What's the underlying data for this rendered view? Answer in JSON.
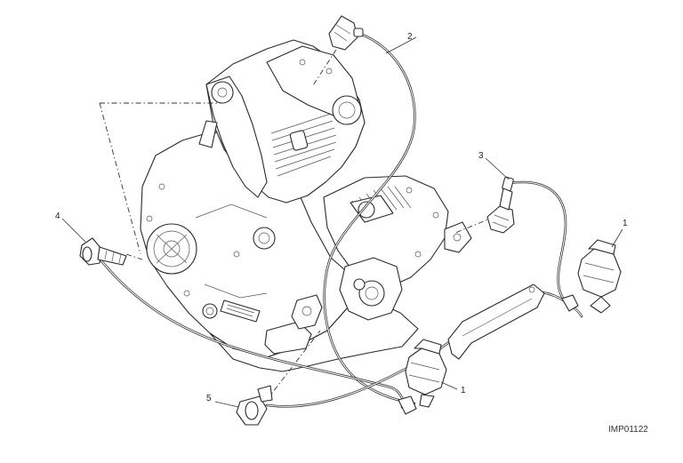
{
  "callouts": [
    {
      "id": "1a",
      "label": "1"
    },
    {
      "id": "1b",
      "label": "1"
    },
    {
      "id": "2",
      "label": "2"
    },
    {
      "id": "3",
      "label": "3"
    },
    {
      "id": "4",
      "label": "4"
    },
    {
      "id": "5",
      "label": "5"
    }
  ],
  "drawing_code": "IMP01122"
}
